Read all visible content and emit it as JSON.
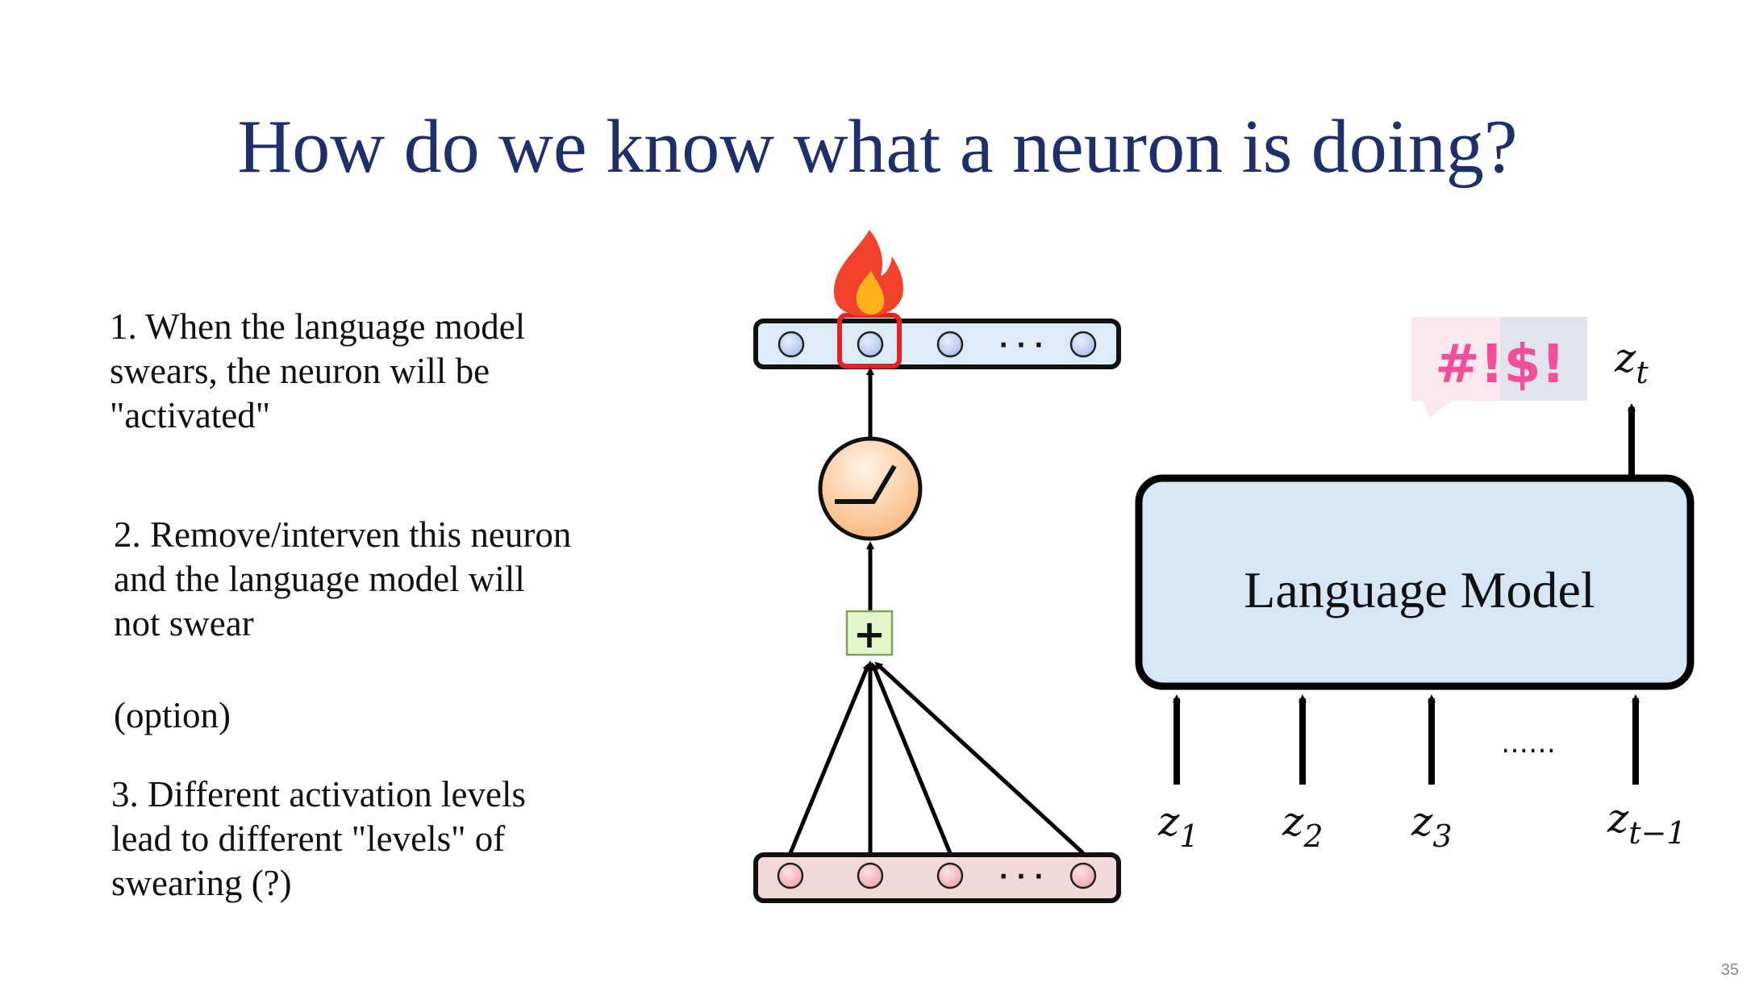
{
  "slide": {
    "title": "How do we know what a neuron is doing?",
    "page_number": "35"
  },
  "bullets": {
    "b1": [
      "1. When the language model",
      "swears, the neuron will be",
      "\"activated\""
    ],
    "b2": [
      "2. Remove/interven this neuron",
      "and the language model will",
      "not swear"
    ],
    "option": "(option)",
    "b3": [
      "3. Different activation levels",
      "lead to different \"levels\" of",
      "swearing (?)"
    ]
  },
  "neuron_diagram": {
    "layer_dots": "· · ·",
    "sum_symbol": "+",
    "icons": [
      "fire-icon",
      "relu-icon"
    ],
    "colors": {
      "output_layer_fill": "#dcebf5",
      "input_layer_fill": "#f1d8d9",
      "output_neuron_fill": "#c3d3f2",
      "input_neuron_fill": "#f7c1c6",
      "highlight": "#e52222",
      "activation_fill": "#fbcfa3",
      "sum_fill": "#e3f6c9"
    }
  },
  "language_model": {
    "label": "Language Model",
    "output_token": "z",
    "output_sub": "t",
    "swear_text": "#!$!",
    "inputs": [
      {
        "base": "z",
        "sub": "1"
      },
      {
        "base": "z",
        "sub": "2"
      },
      {
        "base": "z",
        "sub": "3"
      },
      {
        "base": "z",
        "sub": "t−1"
      }
    ],
    "ellipsis": "……",
    "colors": {
      "box_fill": "#d7e6f5",
      "swear_pink": "#f0509a"
    }
  }
}
